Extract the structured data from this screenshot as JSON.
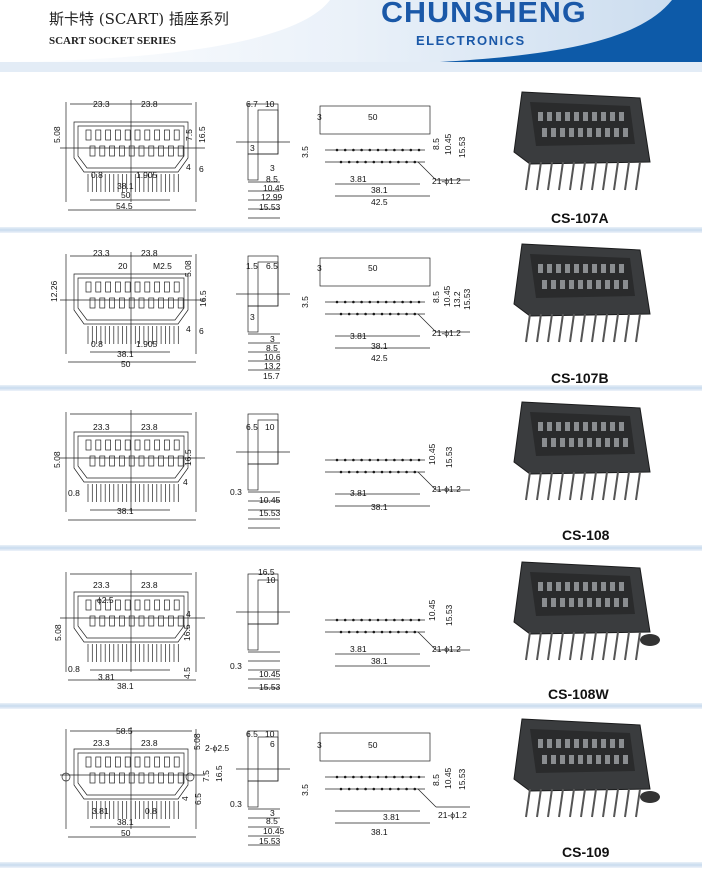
{
  "header": {
    "title_cn": "斯卡特 (SCART) 插座系列",
    "title_en": "SCART SOCKET SERIES",
    "brand": "CHUNSHENG",
    "brand_sub": "ELECTRONICS",
    "colors": {
      "brand": "#1a58a8",
      "band": "#c9dbee"
    }
  },
  "products": [
    {
      "model": "CS-107A",
      "labels": [
        "23.3",
        "23.8",
        "5.08",
        "7.5",
        "16.5",
        "4",
        "6",
        "0.8",
        "1.905",
        "38.1",
        "50",
        "54.5",
        "6.7",
        "10",
        "3",
        "3",
        "8.5",
        "10.45",
        "12.99",
        "15.53",
        "3",
        "50",
        "3.5",
        "8.5",
        "10.45",
        "15.53",
        "3.81",
        "21-ϕ1.2",
        "38.1",
        "42.5"
      ]
    },
    {
      "model": "CS-107B",
      "labels": [
        "23.3",
        "23.8",
        "20",
        "M2.5",
        "12.26",
        "5.08",
        "16.5",
        "4",
        "6",
        "0.8",
        "1.905",
        "38.1",
        "50",
        "1.5",
        "6.5",
        "3",
        "3",
        "8.5",
        "10.6",
        "13.2",
        "15.7",
        "3",
        "50",
        "3.5",
        "8.5",
        "10.45",
        "13.2",
        "15.53",
        "3.81",
        "21-ϕ1.2",
        "38.1",
        "42.5"
      ]
    },
    {
      "model": "CS-108",
      "labels": [
        "23.3",
        "23.8",
        "5.08",
        "16.5",
        "4",
        "0.8",
        "38.1",
        "6.5",
        "10",
        "0.3",
        "10.45",
        "15.53",
        "10.45",
        "15.53",
        "3.81",
        "21-ϕ1.2",
        "38.1"
      ]
    },
    {
      "model": "CS-108W",
      "labels": [
        "23.3",
        "23.8",
        "ϕ2.5",
        "4",
        "5.08",
        "16.5",
        "4.5",
        "0.8",
        "3.81",
        "38.1",
        "16.5",
        "10",
        "0.3",
        "10.45",
        "15.53",
        "10.45",
        "15.53",
        "3.81",
        "21-ϕ1.2",
        "38.1"
      ]
    },
    {
      "model": "CS-109",
      "labels": [
        "58.5",
        "23.3",
        "23.8",
        "5.08",
        "2-ϕ2.5",
        "7.5",
        "16.5",
        "4",
        "6.5",
        "3.81",
        "0.8",
        "38.1",
        "50",
        "6.5",
        "10",
        "6",
        "0.3",
        "3",
        "8.5",
        "10.45",
        "15.53",
        "3",
        "50",
        "3.5",
        "8.5",
        "10.45",
        "15.53",
        "3.81",
        "21-ϕ1.2",
        "38.1"
      ]
    }
  ]
}
